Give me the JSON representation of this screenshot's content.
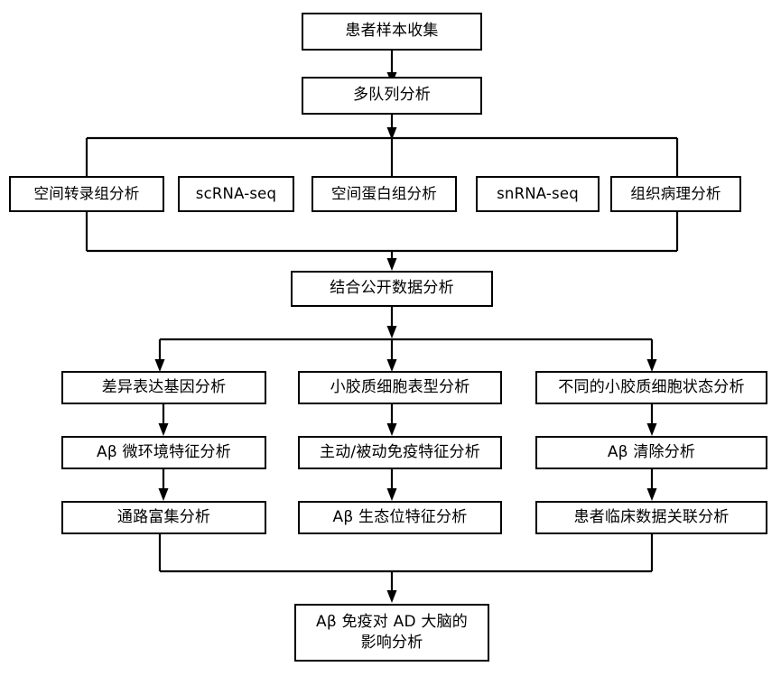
{
  "diagram": {
    "title_flow": "Patient sample analysis workflow",
    "background_color": "#ffffff",
    "line_color": "#000000",
    "nodes": {
      "sample_collection": "患者样本收集",
      "multi_cohort": "多队列分析",
      "assay_row": [
        "空间转录组分析",
        "scRNA-seq",
        "空间蛋白组分析",
        "snRNA-seq",
        "组织病理分析"
      ],
      "public_data": "结合公开数据分析",
      "columns": [
        {
          "name": "left-column",
          "steps": [
            "差异表达基因分析",
            "Aβ 微环境特征分析",
            "通路富集分析"
          ]
        },
        {
          "name": "middle-column",
          "steps": [
            "小胶质细胞表型分析",
            "主动/被动免疫特征分析",
            "Aβ 生态位特征分析"
          ]
        },
        {
          "name": "right-column",
          "steps": [
            "不同的小胶质细胞状态分析",
            "Aβ 清除分析",
            "患者临床数据关联分析"
          ]
        }
      ],
      "final": "Aβ 免疫对 AD 大脑的\n影响分析",
      "final_line1": "Aβ 免疫对 AD 大脑的",
      "final_line2": "影响分析"
    }
  }
}
